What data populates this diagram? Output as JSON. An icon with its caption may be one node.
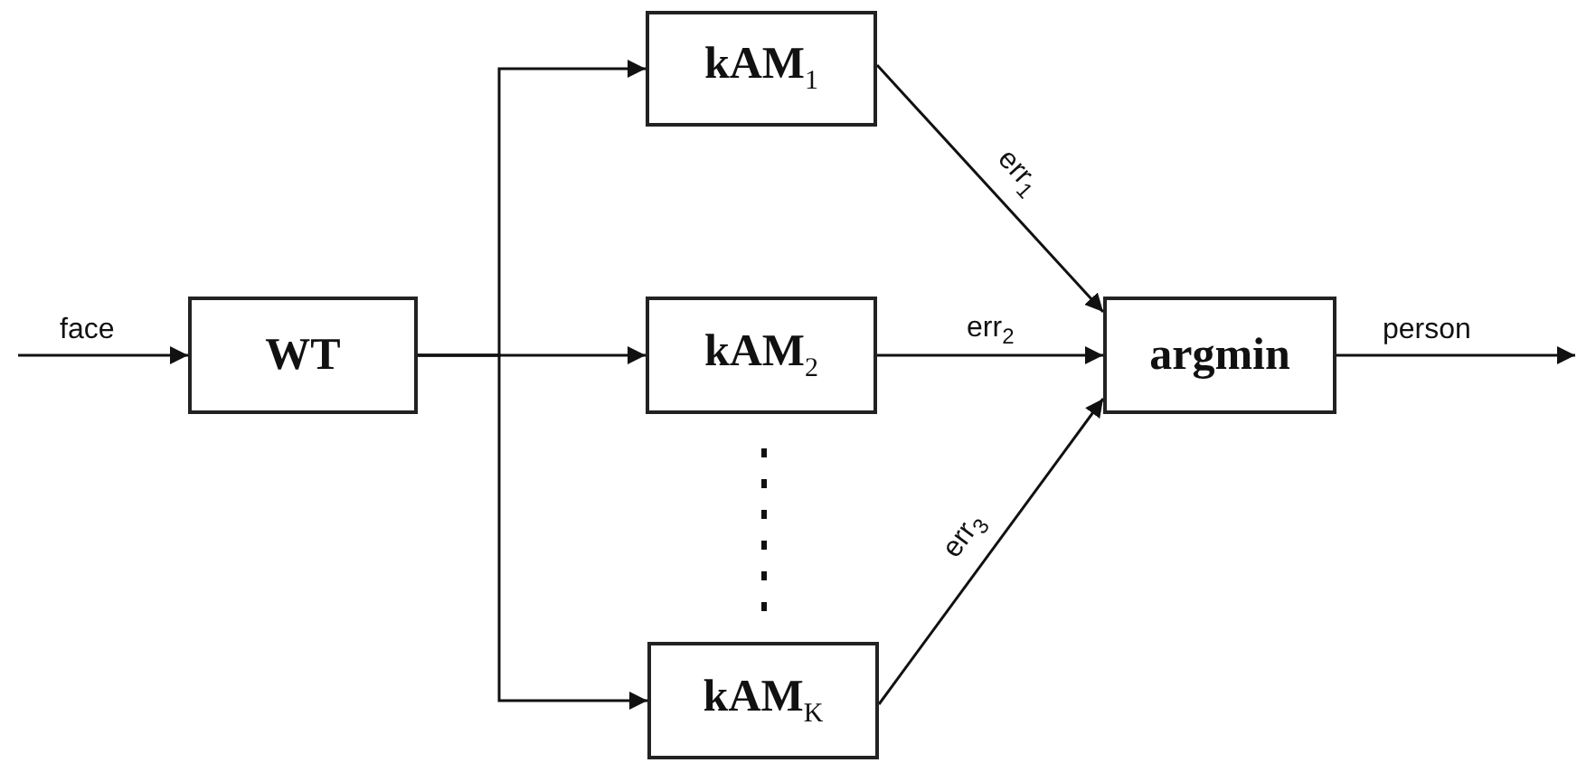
{
  "diagram": {
    "nodes": [
      {
        "text": [
          "WT"
        ]
      },
      {
        "text": [
          "kAM$_{1}$"
        ]
      },
      {
        "text": [
          "kAM$_{2}$"
        ]
      },
      {
        "text": [
          "kAM$_{K}$"
        ]
      },
      {
        "text": [
          "argmin"
        ]
      }
    ],
    "edges": [
      {
        "from": null,
        "to": 0,
        "arrow": "to",
        "label": "face"
      },
      {
        "from": 0,
        "to": 1,
        "arrow": "to"
      },
      {
        "from": 0,
        "to": 2,
        "arrow": "to"
      },
      {
        "from": 0,
        "to": 3,
        "arrow": "to"
      },
      {
        "from": 1,
        "to": 4,
        "arrow": "to",
        "label": "err$_{1}$"
      },
      {
        "from": 2,
        "to": 4,
        "arrow": "to",
        "label": "err$_{2}$"
      },
      {
        "from": 3,
        "to": 4,
        "arrow": "to",
        "label": "err$_{3}$"
      },
      {
        "from": 4,
        "to": null,
        "arrow": "to",
        "label": "person"
      }
    ]
  }
}
